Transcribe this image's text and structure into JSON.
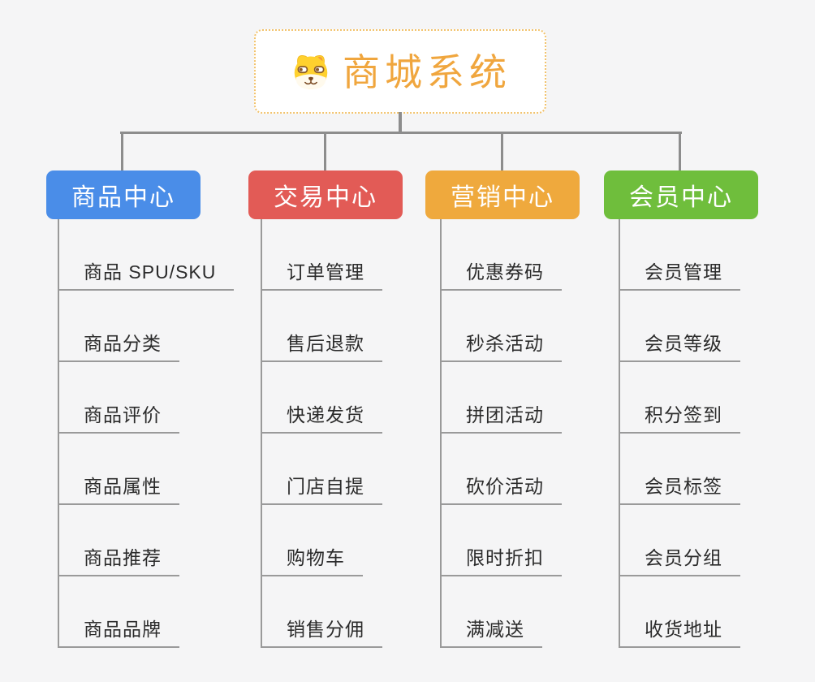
{
  "root": {
    "title": "商城系统",
    "icon": "dog-face-icon"
  },
  "branches": [
    {
      "label": "商品中心",
      "color": "#4a8de8",
      "children": [
        "商品 SPU/SKU",
        "商品分类",
        "商品评价",
        "商品属性",
        "商品推荐",
        "商品品牌"
      ]
    },
    {
      "label": "交易中心",
      "color": "#e25b56",
      "children": [
        "订单管理",
        "售后退款",
        "快递发货",
        "门店自提",
        "购物车",
        "销售分佣"
      ]
    },
    {
      "label": "营销中心",
      "color": "#efa93d",
      "children": [
        "优惠券码",
        "秒杀活动",
        "拼团活动",
        "砍价活动",
        "限时折扣",
        "满减送"
      ]
    },
    {
      "label": "会员中心",
      "color": "#6fbe3c",
      "children": [
        "会员管理",
        "会员等级",
        "积分签到",
        "会员标签",
        "会员分组",
        "收货地址"
      ]
    }
  ],
  "colors": {
    "background": "#f5f5f6",
    "connector": "#8d8d8d",
    "item_line": "#9a9a9a",
    "item_text": "#2b2b2b",
    "root_border": "#f2c36d",
    "root_title": "#f0a63e",
    "branch_text": "#ffffff"
  }
}
